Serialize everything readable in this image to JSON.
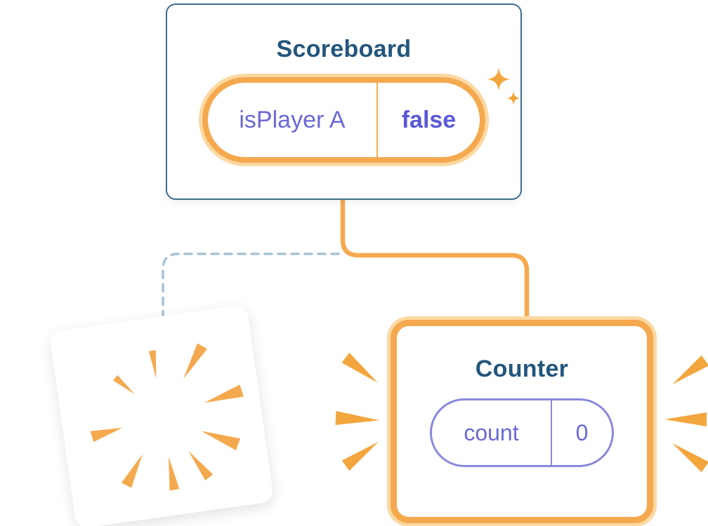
{
  "scoreboard": {
    "title": "Scoreboard",
    "state": {
      "key": "isPlayer A",
      "value": "false"
    }
  },
  "counter": {
    "title": "Counter",
    "state": {
      "key": "count",
      "value": "0"
    }
  },
  "connections": {
    "solid_to": "counter",
    "dashed_to": "removed-component"
  },
  "icons": {
    "sparkle": "sparkle-icon",
    "poof": "poof-burst-icon",
    "emphasis": "emphasis-rays"
  },
  "colors": {
    "orange": "#F5A94F",
    "orange_deep": "#F2A63D",
    "orange_light": "#FCD9A2",
    "purple": "#6A69D6",
    "purple_dark": "#5B59D6",
    "purple_border": "#8A88DD",
    "blue_title": "#23567C",
    "card_border": "#3F6E8E",
    "dashed_line": "#A7C2D4",
    "background": "#FFFFFF"
  }
}
